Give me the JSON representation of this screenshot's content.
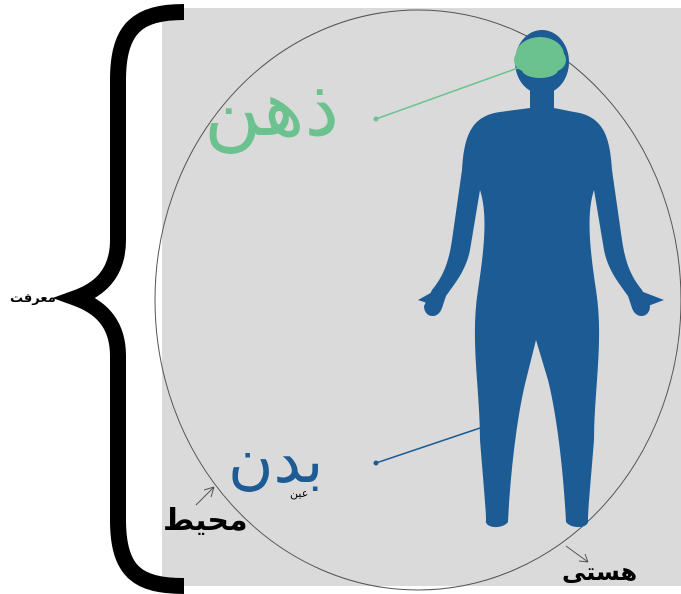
{
  "labels": {
    "knowledge": "معرفت",
    "mind": "ذهن",
    "body": "بدن",
    "eye": "عین",
    "environment": "محیط",
    "existence": "هستی"
  },
  "colors": {
    "mind": "#6cc28f",
    "body": "#1d5b94",
    "panel": "#dadada",
    "brace": "#000000",
    "circle": "#555555"
  }
}
